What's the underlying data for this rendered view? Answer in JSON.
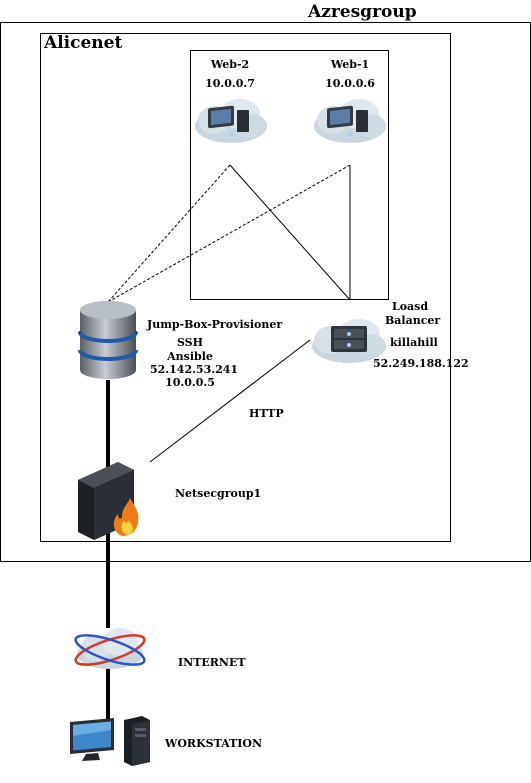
{
  "containers": {
    "outer_title": "Azresgroup",
    "inner_title": "Alicenet"
  },
  "nodes": {
    "web2": {
      "name": "Web-2",
      "ip": "10.0.0.7",
      "icon": "cloud-server-icon"
    },
    "web1": {
      "name": "Web-1",
      "ip": "10.0.0.6",
      "icon": "cloud-server-icon"
    },
    "jumpbox": {
      "name": "Jump-Box-Provisioner",
      "lines": [
        "SSH",
        "Ansible",
        "52.142.53.241",
        "10.0.0.5"
      ],
      "icon": "database-server-icon"
    },
    "load_balancer": {
      "name_lines": [
        "Loasd",
        "Balancer"
      ],
      "host": "killahill",
      "ip": "52.249.188.122",
      "icon": "cloud-server-icon"
    },
    "firewall": {
      "name": "Netsecgroup1",
      "icon": "firewall-icon"
    },
    "internet": {
      "name": "INTERNET",
      "icon": "internet-cloud-icon"
    },
    "workstation": {
      "name": "WORKSTATION",
      "icon": "workstation-icon"
    }
  },
  "links": {
    "http_label": "HTTP"
  }
}
